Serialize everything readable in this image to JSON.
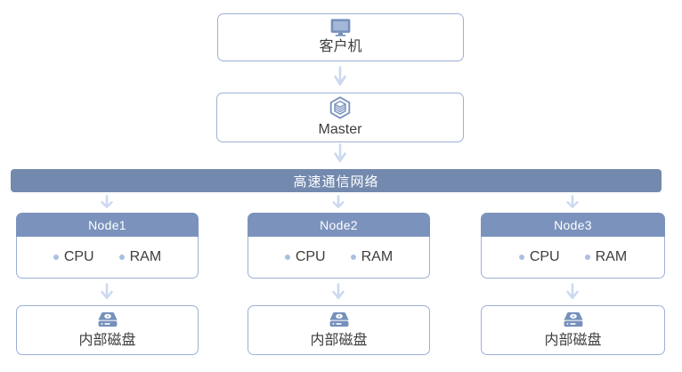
{
  "colors": {
    "box_border": "#9cb0d6",
    "header_bg": "#7b93bc",
    "bar_bg": "#7389ae",
    "arrow": "#cdd9f0",
    "bullet": "#a9bfe3",
    "icon_fill": "#7590bb",
    "icon_light": "#a3b7d9",
    "text_dark": "#3d3d3d",
    "text_light": "#ffffff",
    "background": "#ffffff"
  },
  "icons": {
    "client": "monitor-icon",
    "master": "cube-server-icon",
    "disk": "hard-drive-icon",
    "connector": "down-arrow-icon"
  },
  "client": {
    "label": "客户机"
  },
  "master": {
    "label": "Master"
  },
  "network": {
    "label": "高速通信网络"
  },
  "nodes": [
    {
      "name": "Node1",
      "items": [
        "CPU",
        "RAM"
      ],
      "disk_label": "内部磁盘"
    },
    {
      "name": "Node2",
      "items": [
        "CPU",
        "RAM"
      ],
      "disk_label": "内部磁盘"
    },
    {
      "name": "Node3",
      "items": [
        "CPU",
        "RAM"
      ],
      "disk_label": "内部磁盘"
    }
  ]
}
